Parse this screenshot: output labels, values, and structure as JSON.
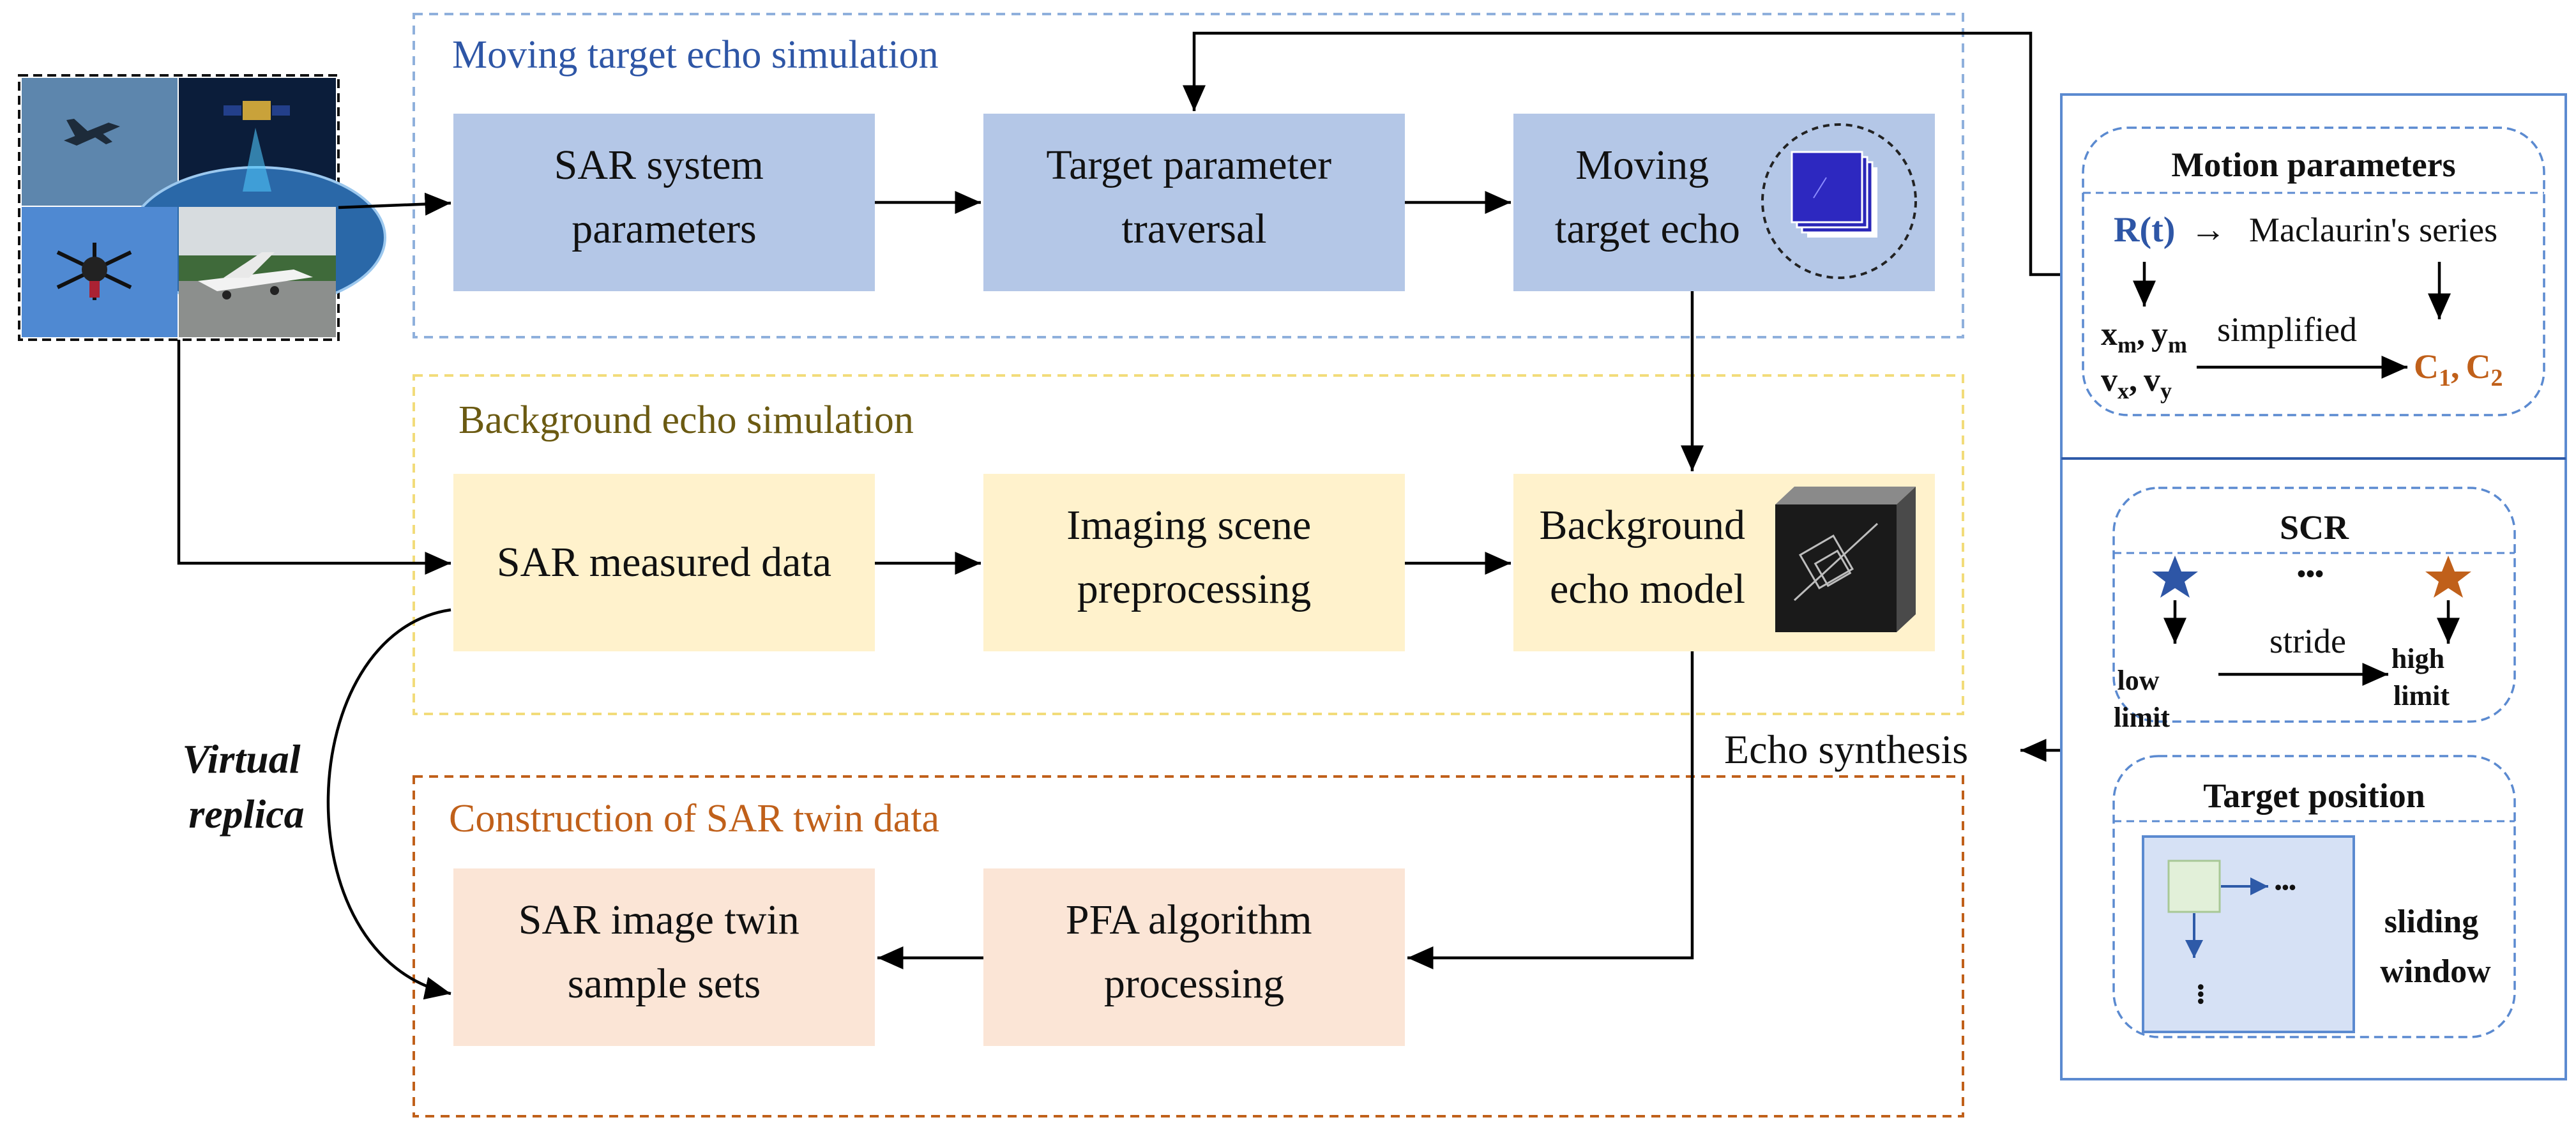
{
  "groups": {
    "moving": {
      "title": "Moving target echo simulation",
      "color": "#2e56a6"
    },
    "background": {
      "title": "Background echo simulation",
      "color": "#6b5a12"
    },
    "twin": {
      "title": "Construction of SAR twin data",
      "color": "#c0601a"
    }
  },
  "boxes": {
    "sar_system": [
      "SAR system",
      "parameters"
    ],
    "target_traversal": [
      "Target parameter",
      "traversal"
    ],
    "moving_echo": [
      "Moving",
      "target echo"
    ],
    "measured_data": [
      "SAR measured data"
    ],
    "scene_preproc": [
      "Imaging scene",
      "preprocessing"
    ],
    "background_model": [
      "Background",
      "echo model"
    ],
    "pfa": [
      "PFA algorithm",
      "processing"
    ],
    "twin_sets": [
      "SAR image twin",
      "sample sets"
    ]
  },
  "labels": {
    "virtual_replica": [
      "Virtual",
      "replica"
    ],
    "echo_synthesis": "Echo synthesis"
  },
  "motion": {
    "title": "Motion parameters",
    "rt": "R(t)",
    "arrow": "→",
    "maclaurin": "Maclaurin's series",
    "xm": "x",
    "xm_sub": "m",
    "ym": "y",
    "ym_sub": "m",
    "vx": "v",
    "vx_sub": "x",
    "vy": "v",
    "vy_sub": "y",
    "simplified": "simplified",
    "c1": "C",
    "c1_sub": "1",
    "c2": "C",
    "c2_sub": "2",
    "comma": ",",
    "comma2": ","
  },
  "scr": {
    "title": "SCR",
    "dots": "•••",
    "stride": "stride",
    "low": [
      "low",
      "limit"
    ],
    "high": [
      "high",
      "limit"
    ],
    "low_star_color": "#2e56a6",
    "high_star_color": "#c0601a"
  },
  "position": {
    "title": "Target position",
    "dots_h": "•••",
    "dots_v": "•••",
    "label": [
      "sliding",
      "window"
    ]
  },
  "colors": {
    "blue_fill": "#b4c7e7",
    "yellow_fill": "#fff2cc",
    "orange_fill": "#fbe5d6",
    "panel_border": "#2e5aa8"
  }
}
